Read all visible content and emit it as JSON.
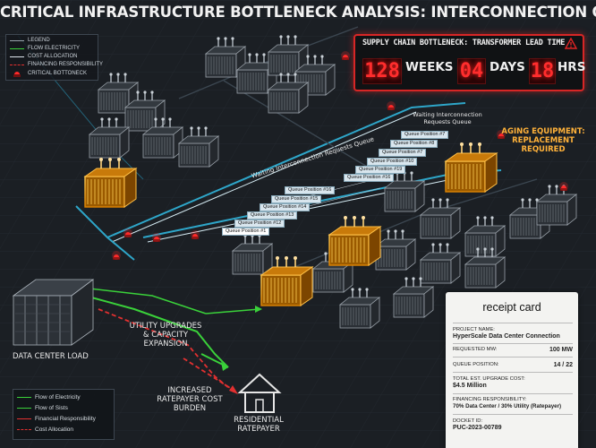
{
  "title": "CRITICAL INFRASTRUCTURE BOTTLENECK ANALYSIS: INTERCONNECTION QUEUE & COST ALLOCATION",
  "legend_top": {
    "items": [
      {
        "label": "LEGEND",
        "color": "#9aa4ad",
        "style": "solid"
      },
      {
        "label": "FLOW ELECTRICITY",
        "color": "#3ad13a",
        "style": "solid"
      },
      {
        "label": "COST ALLOCATION",
        "color": "#dfe7ee",
        "style": "solid"
      },
      {
        "label": "FINANCING RESPONSIBILITY",
        "color": "#e23030",
        "style": "dash"
      },
      {
        "label": "CRITICAL BOTTONECK",
        "color": "#e23030",
        "style": "icon"
      }
    ]
  },
  "bottleneck": {
    "title": "SUPPLY CHAIN BOTTLENECK: TRANSFORMER LEAD TIME",
    "weeks": "128",
    "weeks_label": "WEEKS :",
    "days": "04",
    "days_label": "DAYS :",
    "hrs": "18",
    "hrs_label": "HRS"
  },
  "queue_upper": {
    "title": "Waiting Interconnection Requests Queue",
    "items": [
      "Queue Position #7",
      "Queue Position #8",
      "Queue Position #7",
      "Queue Position #10",
      "Queue Position #19",
      "Queue Position #16"
    ]
  },
  "queue_lower": {
    "title": "Waiting Interconnection Requests Queue",
    "items": [
      "Queue Position #16",
      "Queue Position #15",
      "Queue Position #14",
      "Queue Position #13",
      "Queue Position #12",
      "Queue Position #1"
    ]
  },
  "labels": {
    "aging": "AGING EQUIPMENT: REPLACEMENT REQUIRED",
    "data_center": "DATA CENTER LOAD",
    "upgrades": "UTILITY UPGRADES & CAPACITY EXPANSION",
    "ratepayer_burden": "INCREASED RATEPAYER COST BURDEN",
    "residential": "RESIDENTIAL RATEPAYER"
  },
  "receipt": {
    "title": "receipt card",
    "project_name_label": "PROJECT NAME:",
    "project_name": "HyperScale Data Center Connection",
    "requested_label": "REQUESTED MW:",
    "requested": "100 MW",
    "queue_label": "QUEUE POSITION:",
    "queue": "14 / 22",
    "cost_label": "TOTAL EST. UPGRADE COST:",
    "cost": "$4.5 Million",
    "financing_label": "FINANCING RESPONSIBILITY:",
    "financing": "70% Data Center / 30% Utility (Ratepayer)",
    "docket_label": "DOCKET ID:",
    "docket": "PUC-2023-00789"
  },
  "legend_bottom": {
    "items": [
      {
        "label": "Flow of Electricity",
        "color": "#3ad13a",
        "style": "solid"
      },
      {
        "label": "Flow of Sists",
        "color": "#3ad13a",
        "style": "solid"
      },
      {
        "label": "Financial Responsibility",
        "color": "#e23030",
        "style": "solid"
      },
      {
        "label": "Cost Allocation",
        "color": "#e23030",
        "style": "dash"
      }
    ]
  },
  "colors": {
    "accent_red": "#e02424",
    "accent_orange": "#ffa726",
    "flow_green": "#3ad13a",
    "cost_cyan": "#bfe6ff"
  }
}
